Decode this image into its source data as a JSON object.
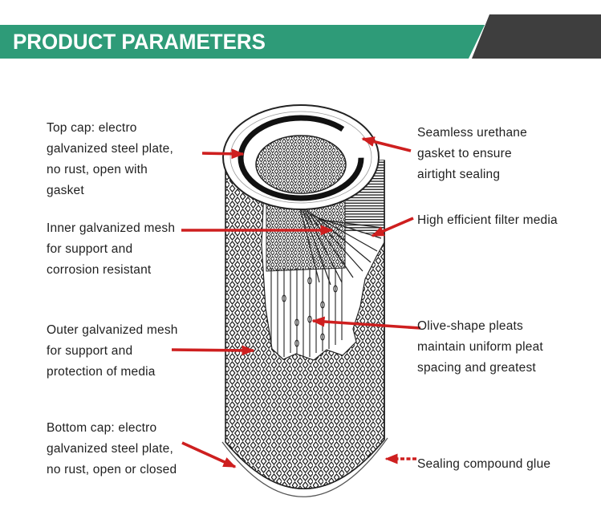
{
  "header": {
    "title": "PRODUCT PARAMETERS"
  },
  "annotations": {
    "left": [
      {
        "id": "top-cap",
        "lines": [
          "Top cap: electro",
          "galvanized steel plate,",
          "no rust, open with",
          "gasket"
        ]
      },
      {
        "id": "inner-mesh",
        "lines": [
          "Inner galvanized mesh",
          "for support and",
          "corrosion resistant"
        ]
      },
      {
        "id": "outer-mesh",
        "lines": [
          "Outer galvanized mesh",
          "for support and",
          "protection of media"
        ]
      },
      {
        "id": "bottom-cap",
        "lines": [
          "Bottom cap: electro",
          "galvanized steel plate,",
          "no rust, open or closed"
        ]
      }
    ],
    "right": [
      {
        "id": "gasket",
        "lines": [
          "Seamless urethane",
          "gasket to ensure",
          "airtight sealing"
        ]
      },
      {
        "id": "filter-media",
        "lines": [
          "High efficient filter media"
        ]
      },
      {
        "id": "pleats",
        "lines": [
          "Olive-shape pleats",
          "maintain uniform pleat",
          "spacing and greatest"
        ]
      },
      {
        "id": "sealing-glue",
        "lines": [
          "Sealing compound glue"
        ]
      }
    ]
  },
  "colors": {
    "banner_green": "#2E9B78",
    "ribbon_dark": "#3E3E3E",
    "arrow_red": "#CE1F1F",
    "text": "#1F1F1F"
  }
}
